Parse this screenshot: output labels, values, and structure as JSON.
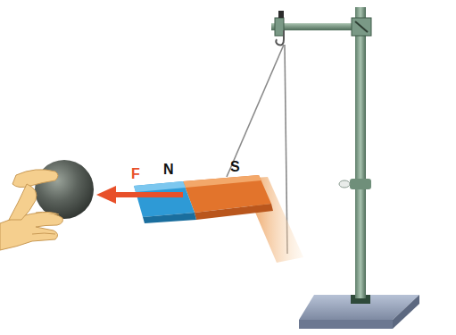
{
  "diagram": {
    "labels": [
      "F",
      "N",
      "S"
    ]
  }
}
